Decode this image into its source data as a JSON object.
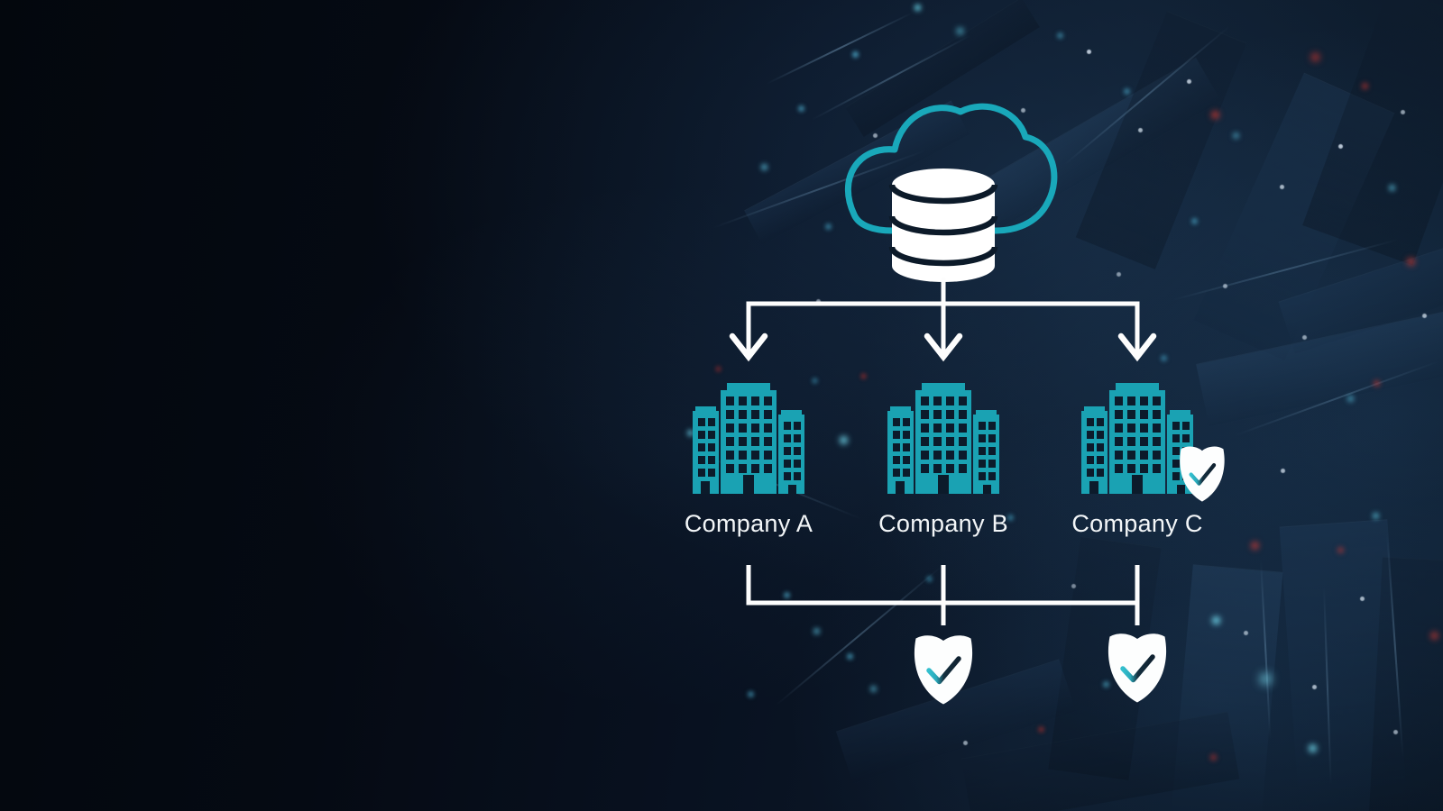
{
  "colors": {
    "accent_teal": "#1AA2B3",
    "cloud_outline": "#19A8BA",
    "icon_white": "#FFFFFF",
    "background_dark": "#060D18",
    "glow_cyan": "#57D7F2",
    "glow_red": "#E8473C",
    "checkmark_dark": "#13283A"
  },
  "diagram": {
    "cloud": {
      "icon": "cloud-icon"
    },
    "database": {
      "icon": "database-icon"
    },
    "arrows": {
      "icon": "arrow-down-icon",
      "count": 3
    },
    "shield": {
      "icon": "shield-check-icon"
    },
    "companies": [
      {
        "label": "Company A",
        "building_badge": false,
        "bottom_shield": false
      },
      {
        "label": "Company B",
        "building_badge": false,
        "bottom_shield": true
      },
      {
        "label": "Company C",
        "building_badge": true,
        "bottom_shield": true
      }
    ]
  }
}
